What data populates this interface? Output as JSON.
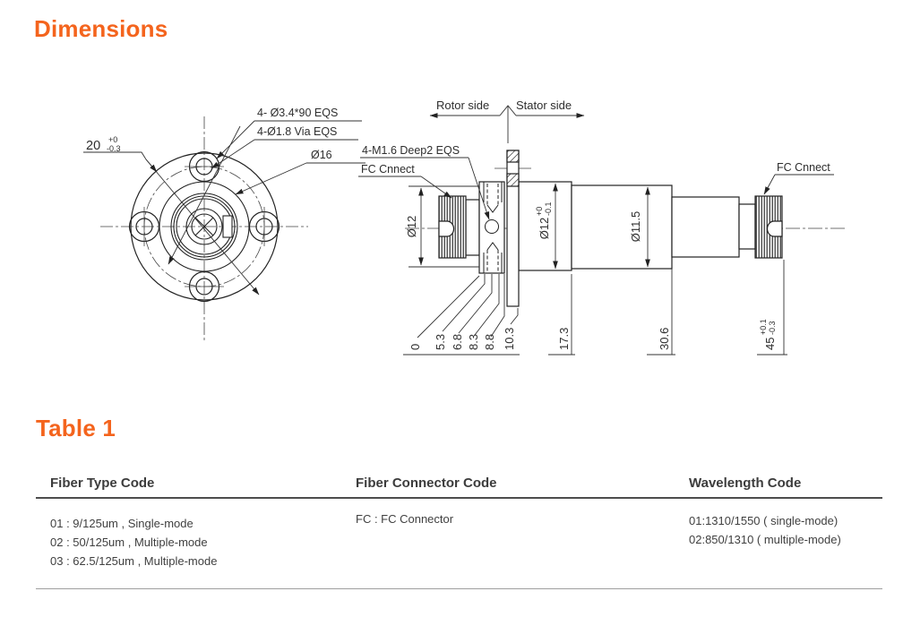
{
  "accent": "#F4641D",
  "titles": {
    "dimensions": "Dimensions",
    "table1": "Table 1"
  },
  "drawing": {
    "front": {
      "label_counterbore": "4- Ø3.4*90 EQS",
      "label_via": "4-Ø1.8 Via EQS",
      "label_d16": "Ø16",
      "dim20": "20",
      "dim20_plus": "+0",
      "dim20_minus": "-0.3"
    },
    "side": {
      "rotor": "Rotor side",
      "stator": "Stator side",
      "label_screws": "4-M1.6 Deep2 EQS",
      "label_fc_left": "FC Cnnect",
      "label_fc_right": "FC Cnnect",
      "d12": "Ø12",
      "d12s": "Ø12",
      "d12s_plus": "+0",
      "d12s_minus": "-0.1",
      "d115": "Ø11.5",
      "ord0": "0",
      "ord53": "5.3",
      "ord68": "6.8",
      "ord83": "8.3",
      "ord88": "8.8",
      "ord103": "10.3",
      "ord173": "17.3",
      "ord306": "30.6",
      "d45": "45",
      "d45_plus": "+0.1",
      "d45_minus": "-0.3"
    }
  },
  "table": {
    "columns": [
      {
        "header": "Fiber Type Code",
        "rows": [
          "01 : 9/125um , Single-mode",
          "02 : 50/125um , Multiple-mode",
          "03 : 62.5/125um , Multiple-mode"
        ]
      },
      {
        "header": "Fiber Connector Code",
        "rows": [
          "FC : FC Connector"
        ]
      },
      {
        "header": "Wavelength Code",
        "rows": [
          "01:1310/1550 ( single-mode)",
          "02:850/1310 ( multiple-mode)"
        ]
      }
    ]
  }
}
